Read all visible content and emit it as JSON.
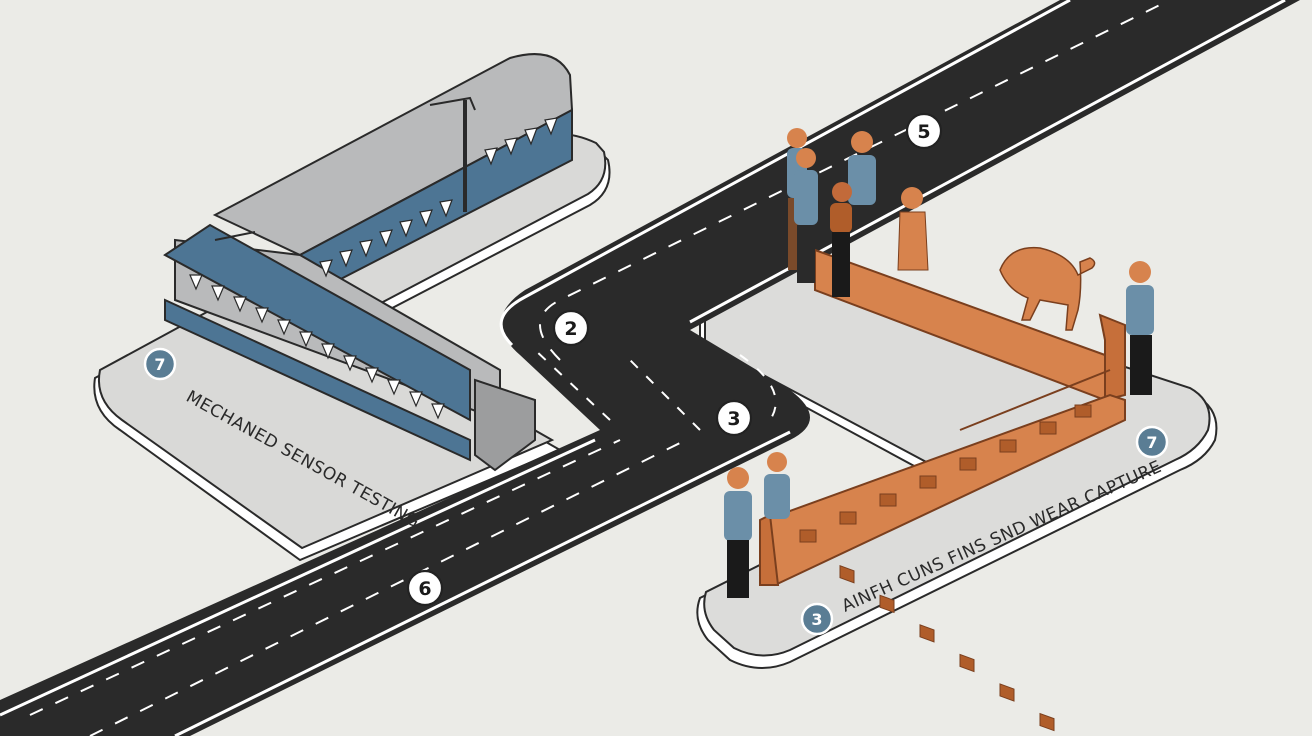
{
  "colors": {
    "background": "#ebebe7",
    "road": "#2a2a2a",
    "road_edge": "#ffffff",
    "platform": "#d9d9d7",
    "machine_blue": "#4d7594",
    "machine_gray": "#b9babb",
    "seat_orange": "#d7834d",
    "marker_blue": "#5a7d94"
  },
  "markers": {
    "m2": "2",
    "m3": "3",
    "m5": "5",
    "m6": "6",
    "platform_left": "7",
    "platform_right_top": "7",
    "platform_right_bottom": "3"
  },
  "labels": {
    "left_platform": "MECHANED SENSOR TESTING",
    "right_platform": "AINFH CUNS FINS SND WEAR CAPTURE"
  },
  "icons": [
    "road",
    "sensor-machine",
    "seating-rows",
    "person",
    "dog"
  ]
}
